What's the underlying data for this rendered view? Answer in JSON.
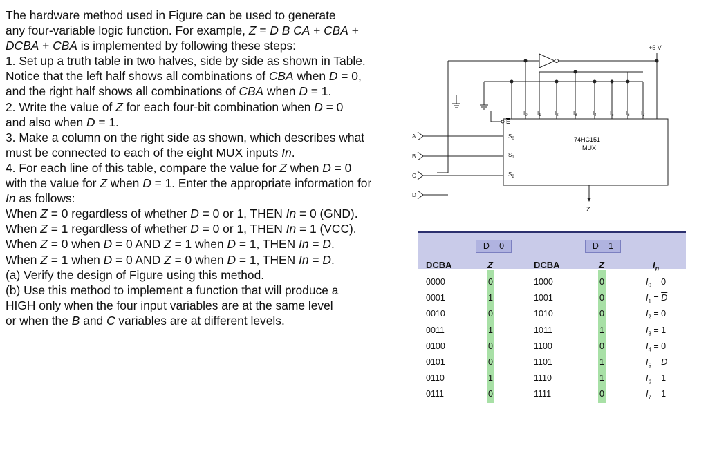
{
  "problem_text": {
    "lines": [
      "The hardware method used in Figure can be used to generate",
      "any four-variable logic function. For example, <i>Z</i> = <i>D B CA</i> + <i>CBA</i> +",
      "<i>DCBA</i> + <i>CBA</i> is implemented by following these steps:",
      "1. Set up a truth table in two halves, side by side as shown in Table.",
      "Notice that the left half shows all combinations of <i>CBA</i> when <i>D</i> = 0,",
      "and the right half shows all combinations of <i>CBA</i> when <i>D</i> = 1.",
      "2. Write the value of <i>Z</i> for each four-bit combination when <i>D</i> = 0",
      "and also when <i>D</i> = 1.",
      "3. Make a column on the right side as shown, which describes what",
      "must be connected to each of the eight MUX inputs <i>In</i>.",
      "4. For each line of this table, compare the value for <i>Z</i> when <i>D</i> = 0",
      "with the value for <i>Z</i> when <i>D</i> = 1. Enter the appropriate information for",
      "<i>In</i> as follows:",
      "When <i>Z</i> = 0 regardless of whether <i>D</i> = 0 or 1, THEN <i>In</i> = 0 (GND).",
      "When <i>Z</i> = 1 regardless of whether <i>D</i> = 0 or 1, THEN <i>In</i> = 1 (VCC).",
      "When <i>Z</i> = 0 when <i>D</i> = 0 AND <i>Z</i> = 1 when <i>D</i> = 1, THEN <i>In</i> = <i>D</i>.",
      "When <i>Z</i> = 1 when <i>D</i> = 0 AND <i>Z</i> = 0 when <i>D</i> = 1, THEN <i>In</i> = <i>D</i>.",
      "(a) Verify the design of Figure using this method.",
      "(b) Use this method to implement a function that will produce a",
      "HIGH only when the four input variables are at the same level",
      "or when the <i>B</i> and <i>C</i> variables are at different levels."
    ]
  },
  "circuit": {
    "supply_label": "+5 V",
    "chip_name": "74HC151",
    "chip_type": "MUX",
    "enable_label": "E",
    "select_labels": [
      "S",
      "S",
      "S"
    ],
    "select_subs": [
      "0",
      "1",
      "2"
    ],
    "data_input_labels": [
      "I",
      "I",
      "I",
      "I",
      "I",
      "I",
      "I",
      "I"
    ],
    "data_input_subs": [
      "0",
      "1",
      "2",
      "3",
      "4",
      "5",
      "6",
      "7"
    ],
    "input_names": [
      "A",
      "B",
      "C",
      "D"
    ],
    "output_label": "Z"
  },
  "truth_table": {
    "d0_label": "D = 0",
    "d1_label": "D = 1",
    "headers": {
      "dcba_left": "DCBA",
      "z_left": "Z",
      "dcba_right": "DCBA",
      "z_right": "Z",
      "in": "I",
      "in_sub": "n"
    },
    "rows": [
      {
        "left": "0000",
        "zl": "0",
        "right": "1000",
        "zr": "0",
        "in_var": "I",
        "in_sub": "0",
        "in_rhs": "= 0",
        "bar": false
      },
      {
        "left": "0001",
        "zl": "1",
        "right": "1001",
        "zr": "0",
        "in_var": "I",
        "in_sub": "1",
        "in_rhs": "= D",
        "bar": true
      },
      {
        "left": "0010",
        "zl": "0",
        "right": "1010",
        "zr": "0",
        "in_var": "I",
        "in_sub": "2",
        "in_rhs": "= 0",
        "bar": false
      },
      {
        "left": "0011",
        "zl": "1",
        "right": "1011",
        "zr": "1",
        "in_var": "I",
        "in_sub": "3",
        "in_rhs": "= 1",
        "bar": false
      },
      {
        "left": "0100",
        "zl": "0",
        "right": "1100",
        "zr": "0",
        "in_var": "I",
        "in_sub": "4",
        "in_rhs": "= 0",
        "bar": false
      },
      {
        "left": "0101",
        "zl": "0",
        "right": "1101",
        "zr": "1",
        "in_var": "I",
        "in_sub": "5",
        "in_rhs": "= D",
        "bar": false
      },
      {
        "left": "0110",
        "zl": "1",
        "right": "1110",
        "zr": "1",
        "in_var": "I",
        "in_sub": "6",
        "in_rhs": "= 1",
        "bar": false
      },
      {
        "left": "0111",
        "zl": "0",
        "right": "1111",
        "zr": "0",
        "in_var": "I",
        "in_sub": "7",
        "in_rhs": "= 1",
        "bar": false
      }
    ]
  }
}
